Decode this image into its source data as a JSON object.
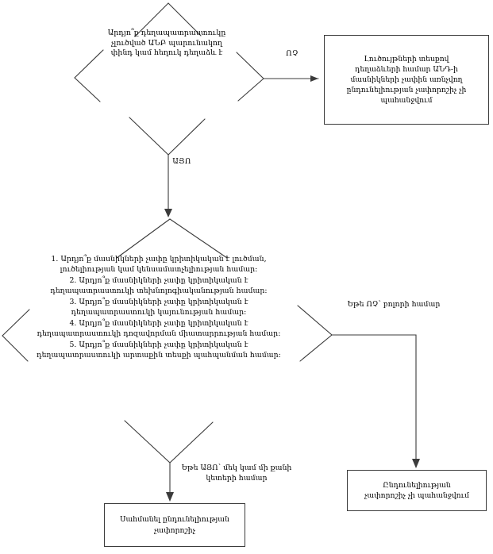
{
  "diagram": {
    "type": "flowchart",
    "language": "hy",
    "title_present": false,
    "colors": {
      "stroke": "#3b3b3b",
      "text": "#000000",
      "background": "#ffffff"
    },
    "nodes": [
      {
        "id": "decision-1",
        "shape": "diamond",
        "text": "Արդյո՞ք դեղապատրաստուկը\nչլուծված ԱՆԲ պարունակող\nփինդ կամ հեղուկ դեղաձև է"
      },
      {
        "id": "box-no-criterion",
        "shape": "rectangle",
        "text": "Լուծույթների տեսքով\nդեղաձևերի համար ԱՆԴ-ի\nմասնիկների չափին առնչվող\nընդունելիության չափորոշիչ չի\nպահանջվում"
      },
      {
        "id": "decision-2",
        "shape": "diamond",
        "text": "1. Արդյո՞ք մասնիկների չափը կրիտիկական է լուծման,\nլուծելիության կամ կենսամատչելիության համար:\n2. Արդյո՞ք մասնիկների չափը կրիտիկական է\nդեղապատրաստուկի տեխնոլոգիականության համար:\n3. Արդյո՞ք մասնիկների չափը կրիտիկական է\nդեղապատրաստուկի կայունության համար:\n4. Արդյո՞ք մասնիկների չափը կրիտիկական է\nդեղապատրաստուկի դոզավորման միատարրության համար:\n5. Արդյո՞ք մասնիկների չափը կրիտիկական է\nդեղապատրաստուկի արտաքին տեսքի պահպանման համար:"
      },
      {
        "id": "box-not-required",
        "shape": "rectangle",
        "text": "Ընդունելիության\nչափորոշիչ չի պահանջվում"
      },
      {
        "id": "box-define-criterion",
        "shape": "rectangle",
        "text": "Սահմանել ընդունելիության\nչափորոշիչ"
      }
    ],
    "edges": [
      {
        "id": "edge-no",
        "from": "decision-1",
        "to": "box-no-criterion",
        "label": "ՈՉ"
      },
      {
        "id": "edge-yes",
        "from": "decision-1",
        "to": "decision-2",
        "label": "ԱՅՈ"
      },
      {
        "id": "edge-no-all",
        "from": "decision-2",
        "to": "box-not-required",
        "label": "Եթե ՈՉ՝ բոլորի համար"
      },
      {
        "id": "edge-yes-some",
        "from": "decision-2",
        "to": "box-define-criterion",
        "label": "Եթե ԱՅՈ՝ մեկ կամ մի քանի\nկետերի համար"
      }
    ]
  }
}
